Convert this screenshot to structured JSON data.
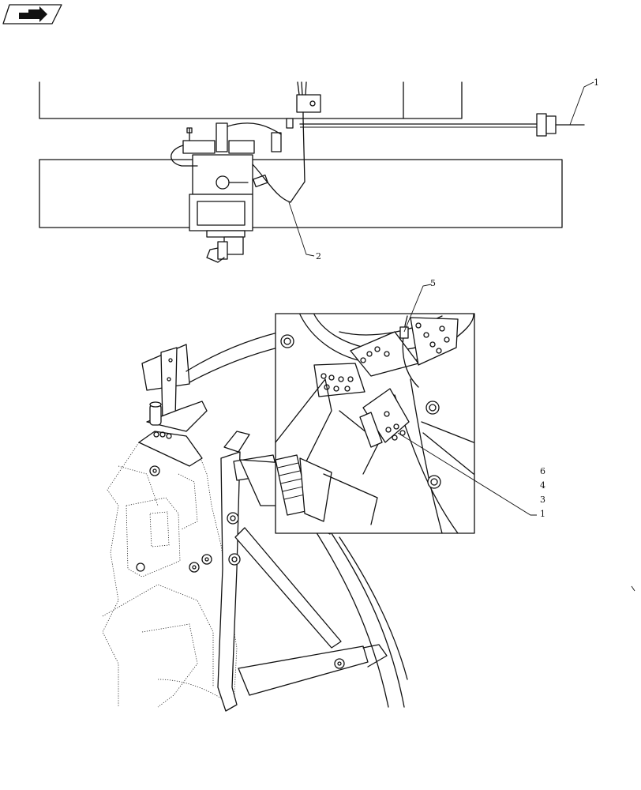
{
  "icons": {
    "nav": "next-page-arrow-icon"
  },
  "callouts": {
    "top_1": "1",
    "top_2": "2",
    "detail_5": "5",
    "detail_6": "6",
    "detail_4": "4",
    "detail_3": "3",
    "detail_1": "1"
  }
}
